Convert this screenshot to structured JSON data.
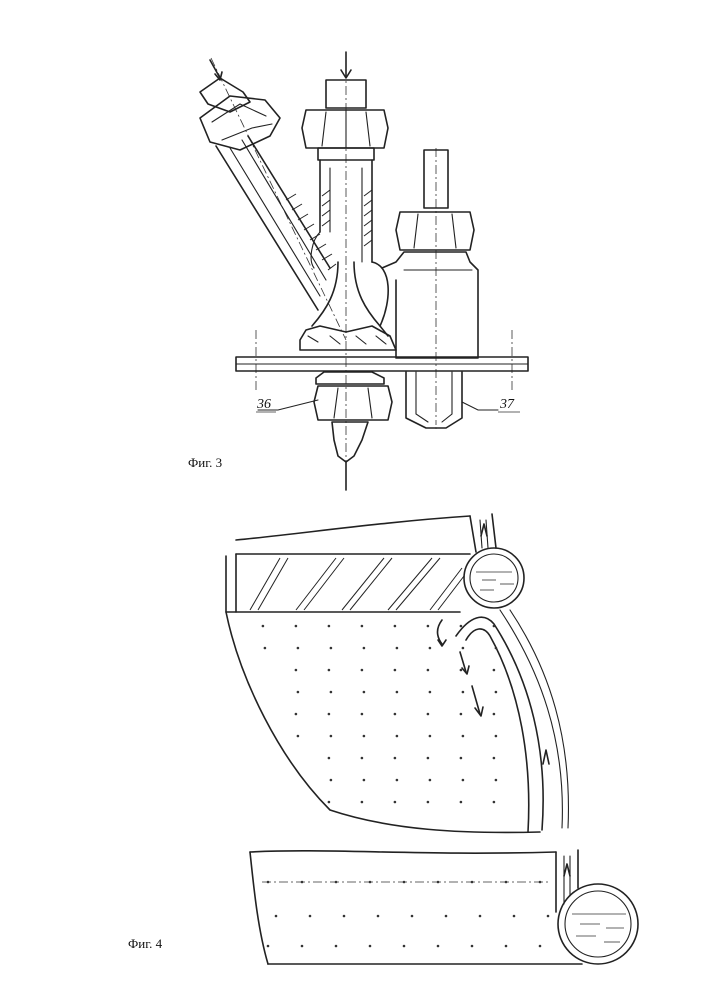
{
  "figure3": {
    "caption": "Фиг. 3",
    "callouts": {
      "left": "36",
      "right": "37"
    }
  },
  "figure4": {
    "caption": "Фиг. 4"
  }
}
